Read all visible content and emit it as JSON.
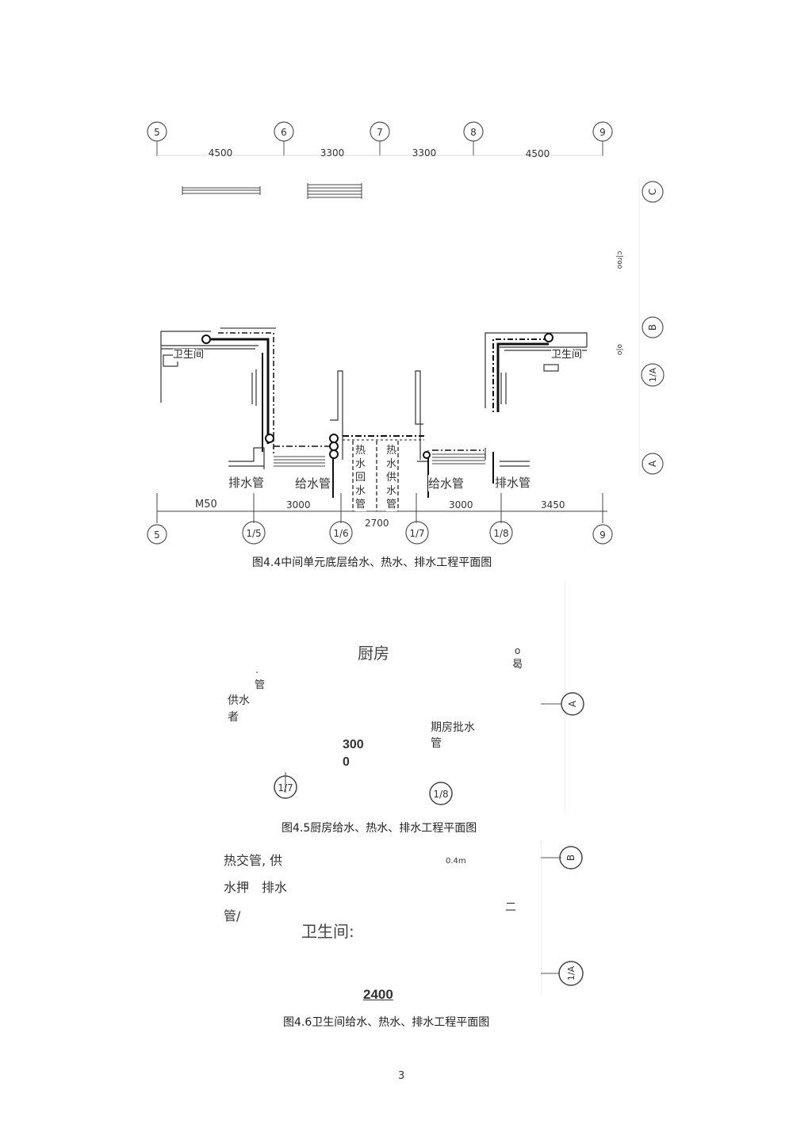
{
  "fig44": {
    "top_axes": [
      "5",
      "6",
      "7",
      "8",
      "9"
    ],
    "top_dims": [
      "4500",
      "3300",
      "3300",
      "4500"
    ],
    "right_axes": [
      "C",
      "B",
      "1/A",
      "A"
    ],
    "right_marks": [
      "c|roo",
      "o|o"
    ],
    "room_left": "卫生间",
    "room_right": "卫生间",
    "label_drain_left": "排水管",
    "label_supply_left": "给水管",
    "label_hot_return": "热水回水管",
    "label_hot_supply": "热水供水管",
    "label_supply_right": "给水管",
    "label_drain_right": "排水管",
    "m50": "M50",
    "bottom_dims": [
      "3000",
      "3000",
      "3450"
    ],
    "dim_2700": "2700",
    "bottom_axes": [
      "5",
      "1/5",
      "1/6",
      "1/7",
      "1/8",
      "9"
    ],
    "caption": "图4.4中间单元底层给水、热水、排水工程平面图"
  },
  "fig45": {
    "title": "厨房",
    "mark_o": "o",
    "mark_yi": "曷",
    "dot": ".",
    "guan": "管",
    "gong_shui": "供水",
    "zhe": "者",
    "qi_fang": "期房批水",
    "qi_fang_guan": "管",
    "dim_300": "300",
    "dim_0": "0",
    "axis_a": "A",
    "axis_17": "1/7",
    "axis_18": "1/8",
    "caption": "图4.5厨房给水、热水、排水工程平面图"
  },
  "fig46": {
    "line1": "热交管, 供",
    "line2": "水押　排水",
    "line3": "管/",
    "dim_04": "0.4m",
    "er": "二",
    "title": "卫生间:",
    "dim_2400": "2400",
    "axis_b": "B",
    "axis_1a": "1/A",
    "caption": "图4.6卫生间给水、热水、排水工程平面图"
  },
  "page_number": "3"
}
